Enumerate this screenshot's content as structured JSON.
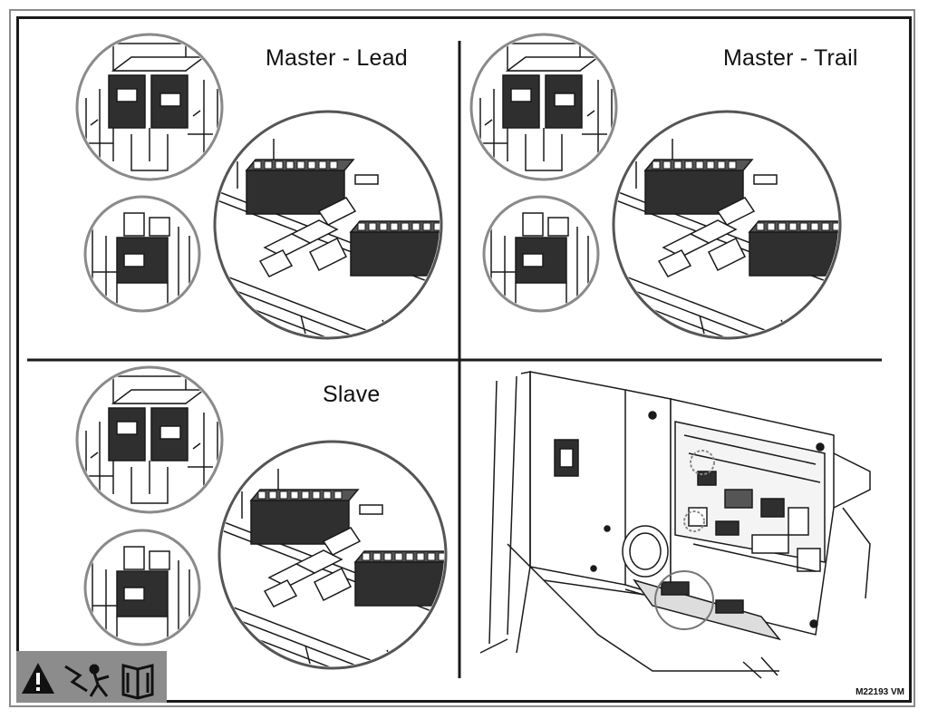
{
  "panels": {
    "master_lead": {
      "title": "Master - Lead"
    },
    "master_trail": {
      "title": "Master - Trail"
    },
    "slave": {
      "title": "Slave"
    }
  },
  "drawing_code": "M22193 VM",
  "warning_icons": [
    "warning-triangle-icon",
    "electric-shock-icon",
    "manual-book-icon"
  ],
  "colors": {
    "line": "#1a1a1a",
    "switch_fill": "#3a3a3a",
    "circle_border": "#8a8a8a",
    "warning_bar": "#8c8c8c"
  }
}
